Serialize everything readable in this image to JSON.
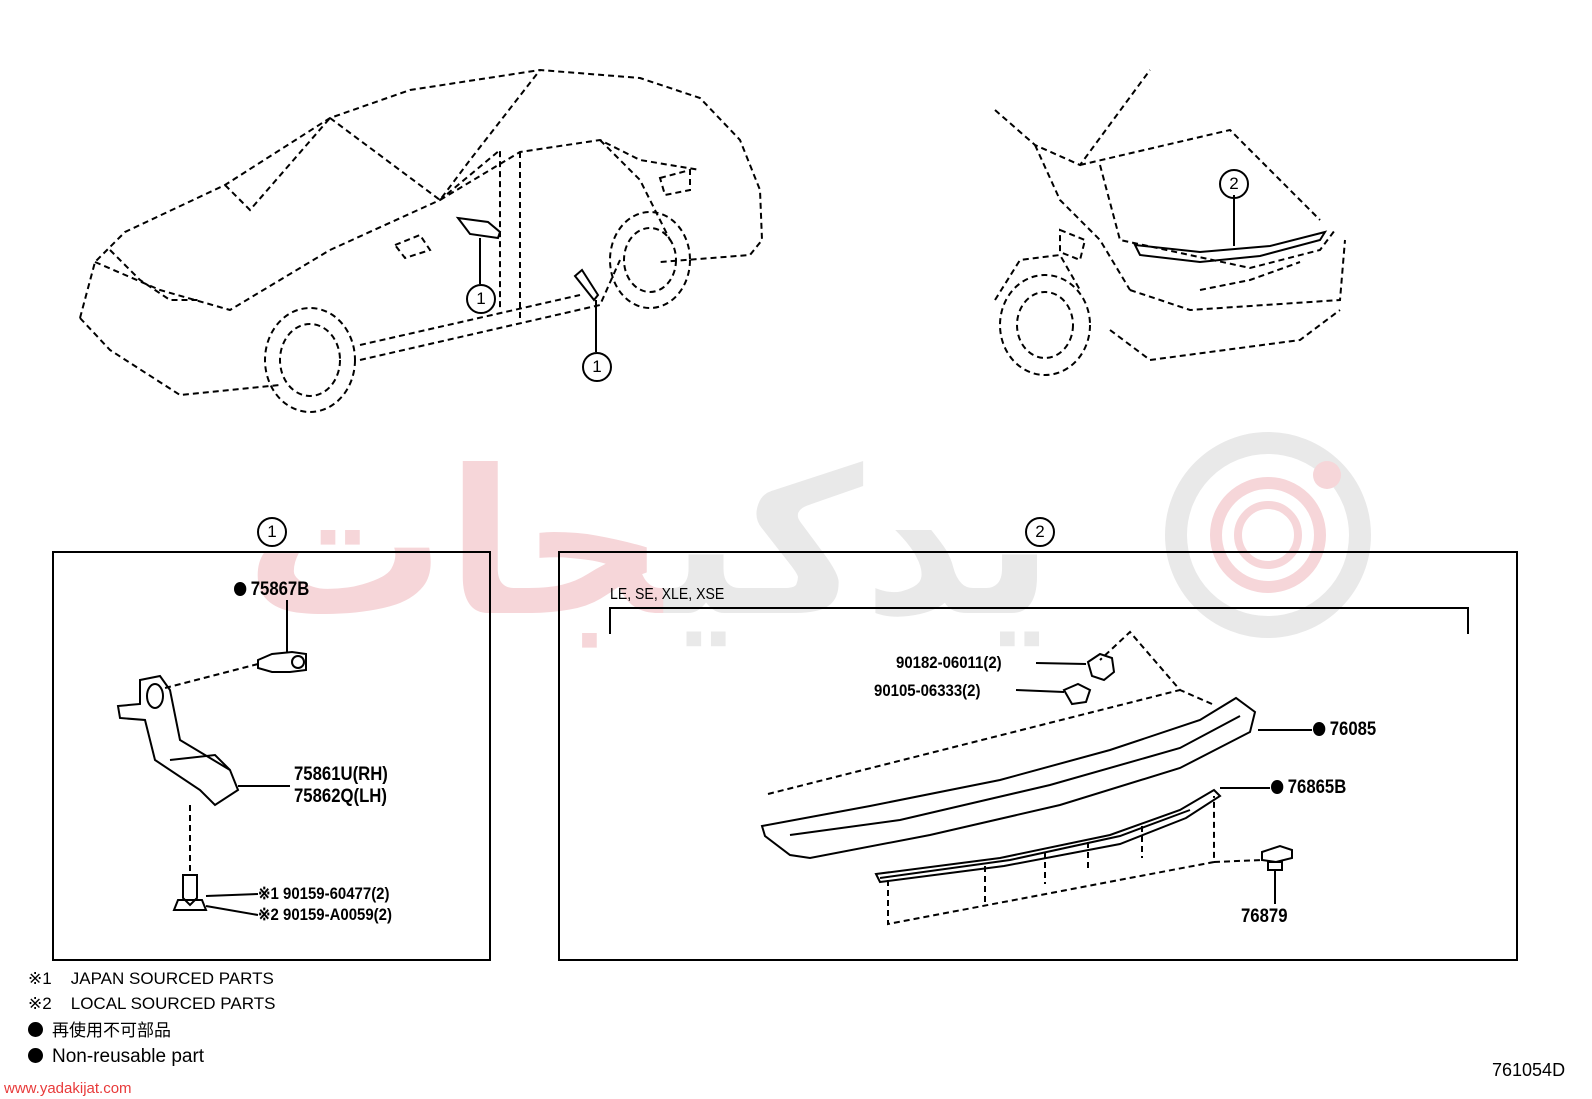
{
  "watermark": {
    "text_gray": "یدکی",
    "text_red": "جات"
  },
  "views": {
    "callout_1": "1",
    "callout_2": "2"
  },
  "panel1": {
    "header": "1",
    "parts": {
      "clip": "75867B",
      "bracket_rh": "75861U(RH)",
      "bracket_lh": "75862Q(LH)",
      "screw_1": "※1 90159-60477(2)",
      "screw_2": "※2 90159-A0059(2)"
    }
  },
  "panel2": {
    "header": "2",
    "grade_label": "LE, SE, XLE, XSE",
    "parts": {
      "nut": "90182-06011(2)",
      "screw": "90105-06333(2)",
      "spoiler": "76085",
      "seal": "76865B",
      "clip": "76879"
    }
  },
  "legend": {
    "note1_mark": "※1",
    "note1_text": "JAPAN SOURCED PARTS",
    "note2_mark": "※2",
    "note2_text": "LOCAL SOURCED PARTS",
    "dot_jp": "再使用不可部品",
    "dot_en": "Non-reusable part"
  },
  "footer": {
    "website": "www.yadakijat.com",
    "diagram_id": "761054D"
  },
  "colors": {
    "watermark_gray": "#e9e9e9",
    "watermark_red": "#f6d6d9",
    "website_red": "#e83a3a"
  }
}
